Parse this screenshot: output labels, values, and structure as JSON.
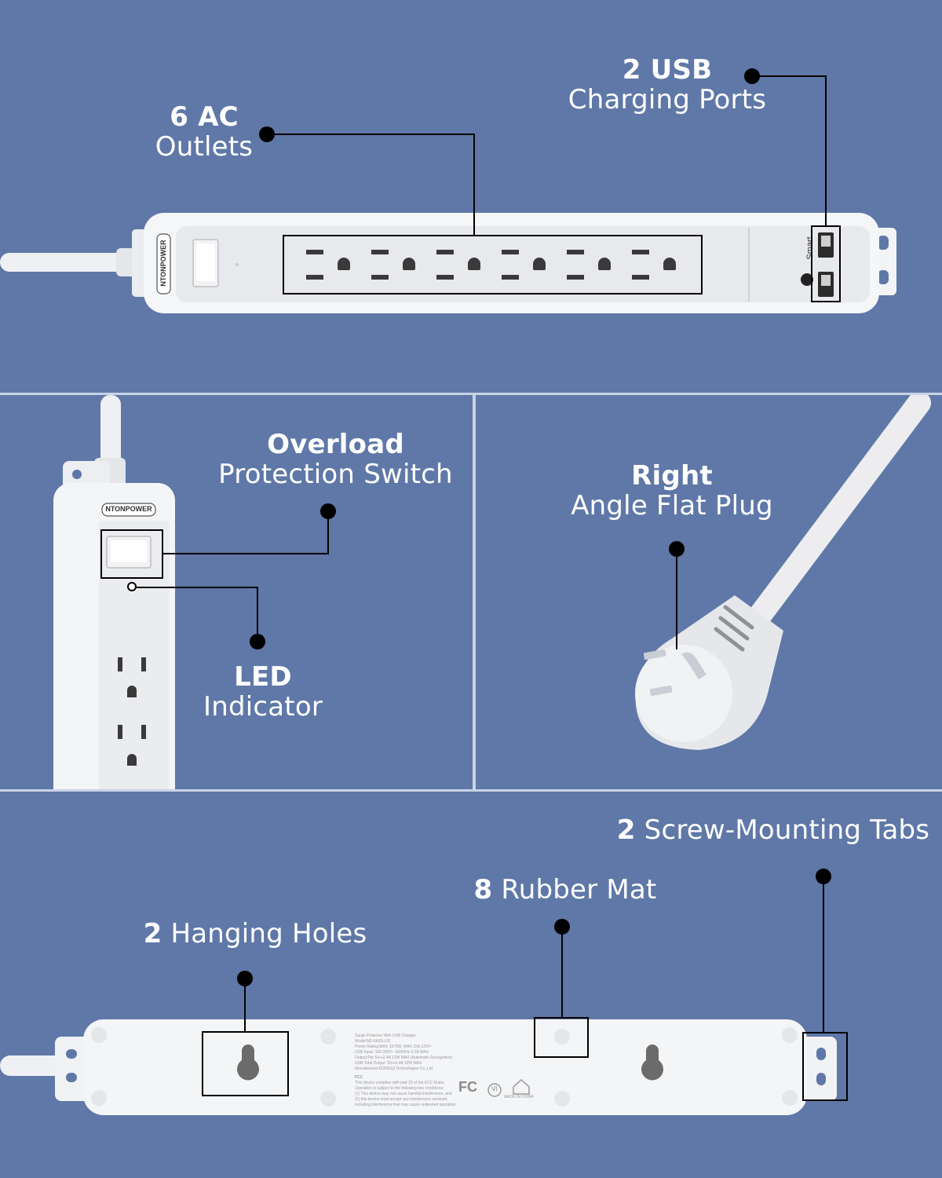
{
  "brand": "NTONPOWER",
  "usb_badge": "Smart",
  "top": {
    "ac": {
      "count": "6 AC",
      "text": "Outlets"
    },
    "usb": {
      "count": "2 USB",
      "text": "Charging Ports"
    }
  },
  "mid_left": {
    "switch": {
      "title": "Overload",
      "text": "Protection Switch"
    },
    "led": {
      "title": "LED",
      "text": "Indicator"
    }
  },
  "mid_right": {
    "plug": {
      "title": "Right",
      "text": "Angle Flat Plug"
    }
  },
  "bottom": {
    "tabs": {
      "count": "2",
      "text": "Screw-Mounting Tabs"
    },
    "mat": {
      "count": "8",
      "text": "Rubber Mat"
    },
    "holes": {
      "count": "2",
      "text": "Hanging Holes"
    }
  },
  "back_label": {
    "title": "Surge Protector With USB Charger",
    "model": "Model:ND-6A2U-US",
    "power": "Power Rating:MAX 1875W, MAX 15A,125V~",
    "usb_input": "USB Input: 100-250V~ 50/60Hz 0.3A MAX",
    "usb_output": "Output Per 5V⎓2.4A 12W MAX (Automatic Recognition)",
    "usb_total": "USB Total Output: 5V⎓2.4A 12W MAX",
    "maker": "Manufacturer:DONGQI Technologies Co.,Ltd",
    "fcc": "FCC",
    "fcc_1": "This device complies with part 15 of the FCC Rules.",
    "fcc_2": "Operation is subject to the following two conditions:",
    "fcc_3": "(1) This device may not cause harmful interference, and",
    "fcc_4": "(2) this device must accept any interference received,",
    "fcc_5": "including interference that may cause undesired operation.",
    "fc_mark": "FC",
    "vi_mark": "VI",
    "made_in": "MADE IN CHINA"
  }
}
